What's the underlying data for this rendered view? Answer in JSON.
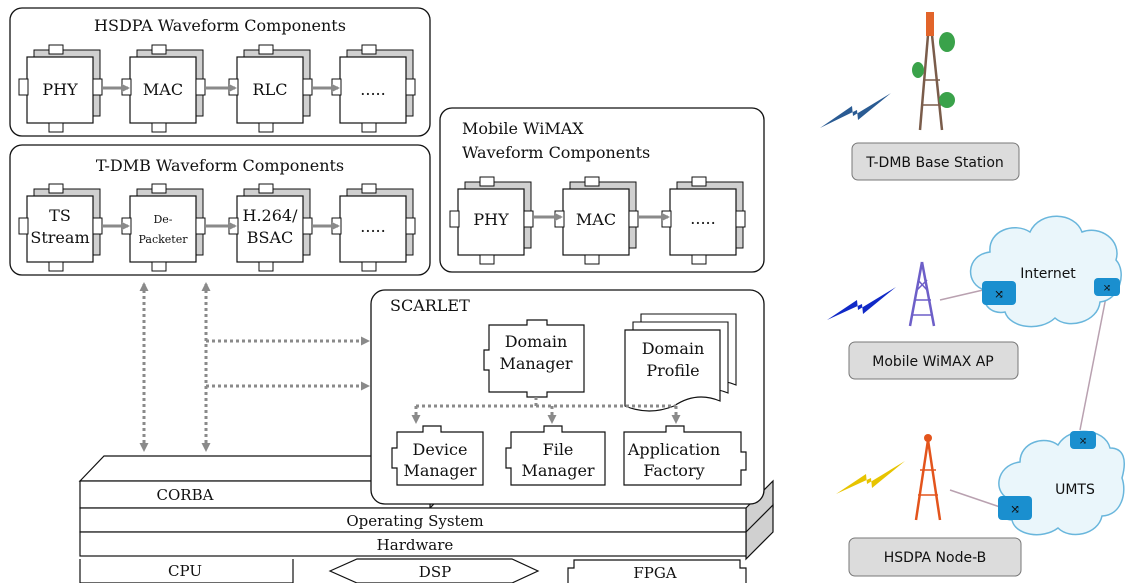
{
  "panels": {
    "hsdpa": {
      "title": "HSDPA Waveform Components",
      "blocks": [
        "PHY",
        "MAC",
        "RLC",
        "....."
      ]
    },
    "tdmb": {
      "title": "T-DMB Waveform Components",
      "blocks": [
        "TS Stream",
        "De- Packeter",
        "H.264/ BSAC",
        "....."
      ]
    },
    "wimax": {
      "title_line1": "Mobile WiMAX",
      "title_line2": "Waveform Components",
      "blocks": [
        "PHY",
        "MAC",
        "....."
      ]
    }
  },
  "scarlet": {
    "title": "SCARLET",
    "domain_manager": [
      "Domain",
      "Manager"
    ],
    "domain_profile": [
      "Domain",
      "Profile"
    ],
    "device_manager": [
      "Device",
      "Manager"
    ],
    "file_manager": [
      "File",
      "Manager"
    ],
    "application_factory": [
      "Application",
      "Factory"
    ]
  },
  "stack": {
    "corba": "CORBA",
    "os": "Operating System",
    "hardware": "Hardware",
    "cpu": "CPU",
    "dsp": "DSP",
    "fpga": "FPGA"
  },
  "network": {
    "tdmb_station": "T-DMB Base Station",
    "wimax_ap": "Mobile WiMAX AP",
    "hsdpa_nodeb": "HSDPA Node-B",
    "internet": "Internet",
    "umts": "UMTS"
  },
  "colors": {
    "stroke": "#111111",
    "block_fill": "#ffffff",
    "block_side": "#cfcfcf",
    "arrow_gray": "#8a8a8a",
    "label_box": "#dcdcdc",
    "cloud_fill": "#eaf6fb",
    "cloud_stroke": "#69b6dc",
    "router": "#1a8fcf",
    "lightning_tdmb": "#2a5b93",
    "lightning_wimax": "#1029c7",
    "lightning_hsdpa": "#e7c400",
    "tower_wimax": "#6d5fc8",
    "tower_hsdpa": "#e3541c",
    "link_line": "#b9a1b0"
  }
}
